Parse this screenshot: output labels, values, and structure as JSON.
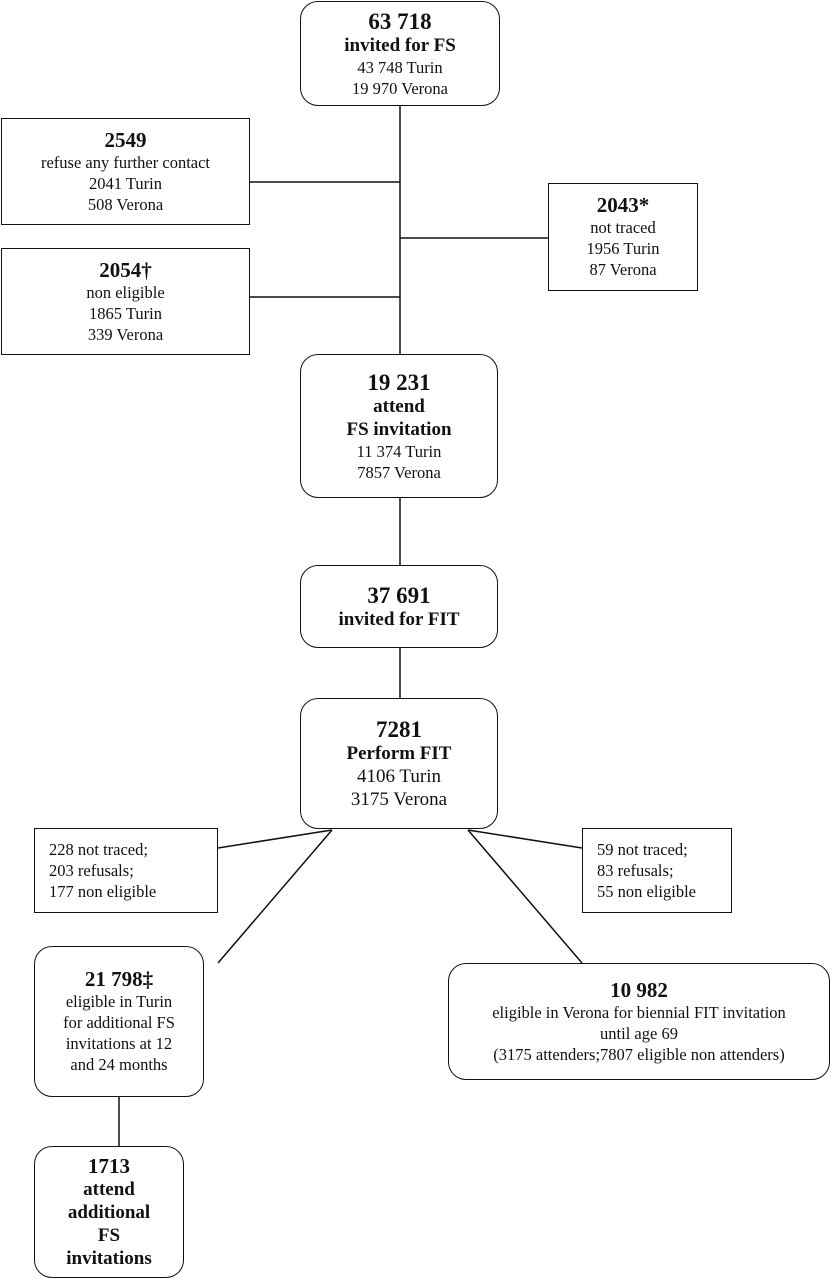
{
  "nodes": {
    "invited_fs": {
      "number": "63 718",
      "label": "invited for FS",
      "lines": [
        "43 748 Turin",
        "19 970 Verona"
      ]
    },
    "refuse": {
      "number": "2549",
      "label": "refuse any further contact",
      "lines": [
        "2041 Turin",
        "508 Verona"
      ]
    },
    "not_traced": {
      "number": "2043*",
      "label": "not traced",
      "lines": [
        "1956 Turin",
        "87 Verona"
      ]
    },
    "non_eligible": {
      "number": "2054†",
      "label": "non eligible",
      "lines": [
        "1865 Turin",
        "339 Verona"
      ]
    },
    "attend_fs": {
      "number": "19 231",
      "label": [
        "attend",
        "FS invitation"
      ],
      "lines": [
        "11 374 Turin",
        "7857 Verona"
      ]
    },
    "invited_fit": {
      "number": "37 691",
      "label": "invited for FIT"
    },
    "perform_fit": {
      "number": "7281",
      "label": "Perform FIT",
      "lines": [
        "4106 Turin",
        "3175 Verona"
      ]
    },
    "excl_left": {
      "lines": [
        "228 not traced;",
        "203 refusals;",
        "177 non eligible"
      ]
    },
    "excl_right": {
      "lines": [
        "59 not traced;",
        "83 refusals;",
        "55 non eligible"
      ]
    },
    "eligible_turin": {
      "number": "21 798‡",
      "lines": [
        "eligible in Turin",
        "for additional  FS",
        "invitations at 12",
        "and 24 months"
      ]
    },
    "eligible_verona": {
      "number": "10 982",
      "lines": [
        "eligible in  Verona for biennial FIT invitation",
        "until age 69",
        "(3175 attenders;7807 eligible  non attenders)"
      ]
    },
    "attend_additional": {
      "number": "1713",
      "label": [
        "attend",
        "additional",
        "FS",
        "invitations"
      ]
    }
  }
}
